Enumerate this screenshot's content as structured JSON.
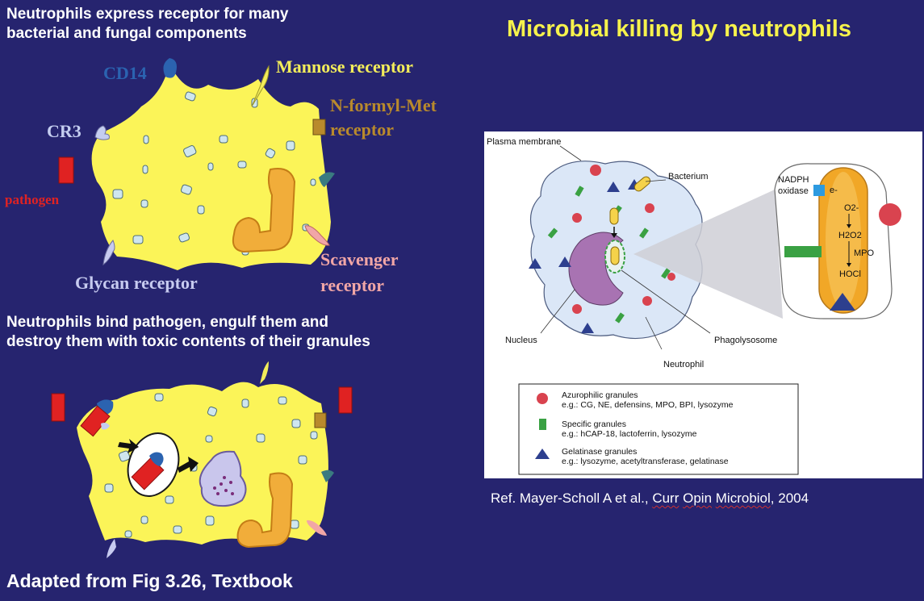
{
  "slide": {
    "title": "Microbial killing by neutrophils",
    "heading_top_line1": "Neutrophils express receptor for many",
    "heading_top_line2": "bacterial and fungal components",
    "heading_mid_line1": "Neutrophils bind pathogen, engulf them and",
    "heading_mid_line2": "destroy them with toxic contents of their granules",
    "footer": "Adapted from Fig 3.26, Textbook",
    "reference_prefix": "Ref. Mayer-Scholl A et al., ",
    "reference_journal_1": "Curr",
    "reference_journal_2": "Opin",
    "reference_journal_3": "Microbiol",
    "reference_suffix": ", 2004"
  },
  "receptors": {
    "cd14": "CD14",
    "mannose": "Mannose receptor",
    "nformyl_line1": "N-formyl-Met",
    "nformyl_line2": "receptor",
    "cr3": "CR3",
    "pathogen": "pathogen",
    "scavenger_line1": "Scavenger",
    "scavenger_line2": "receptor",
    "glycan": "Glycan receptor"
  },
  "figure": {
    "plasma_membrane": "Plasma membrane",
    "bacterium": "Bacterium",
    "nadph_line1": "NADPH",
    "nadph_line2": "oxidase",
    "electron": "e-",
    "superoxide": "O2-",
    "peroxide": "H2O2",
    "mpo": "MPO",
    "hocl": "HOCl",
    "nucleus": "Nucleus",
    "phagolysosome": "Phagolysosome",
    "neutrophil": "Neutrophil"
  },
  "legend": [
    {
      "title": "Azurophilic granules",
      "detail": "e.g.: CG, NE, defensins, MPO, BPI, lysozyme",
      "color": "#d9434f"
    },
    {
      "title": "Specific granules",
      "detail": "e.g.: hCAP-18, lactoferrin, lysozyme",
      "color": "#3aa143"
    },
    {
      "title": "Gelatinase granules",
      "detail": "e.g.: lysozyme, acetyltransferase, gelatinase",
      "color": "#2d3f8e"
    }
  ],
  "colors": {
    "background": "#26246f",
    "cell_yellow": "#fbf458",
    "title_yellow": "#f6f24c",
    "cd14_blue": "#2b63b0",
    "mannose_yellow": "#f2ec5a",
    "nformyl_brown": "#b98a2c",
    "cr3_lavender": "#c4cdf0",
    "pathogen_red": "#e02222",
    "scavenger_pink": "#f1a6a6",
    "glycan_lavender": "#c7cbf0"
  }
}
